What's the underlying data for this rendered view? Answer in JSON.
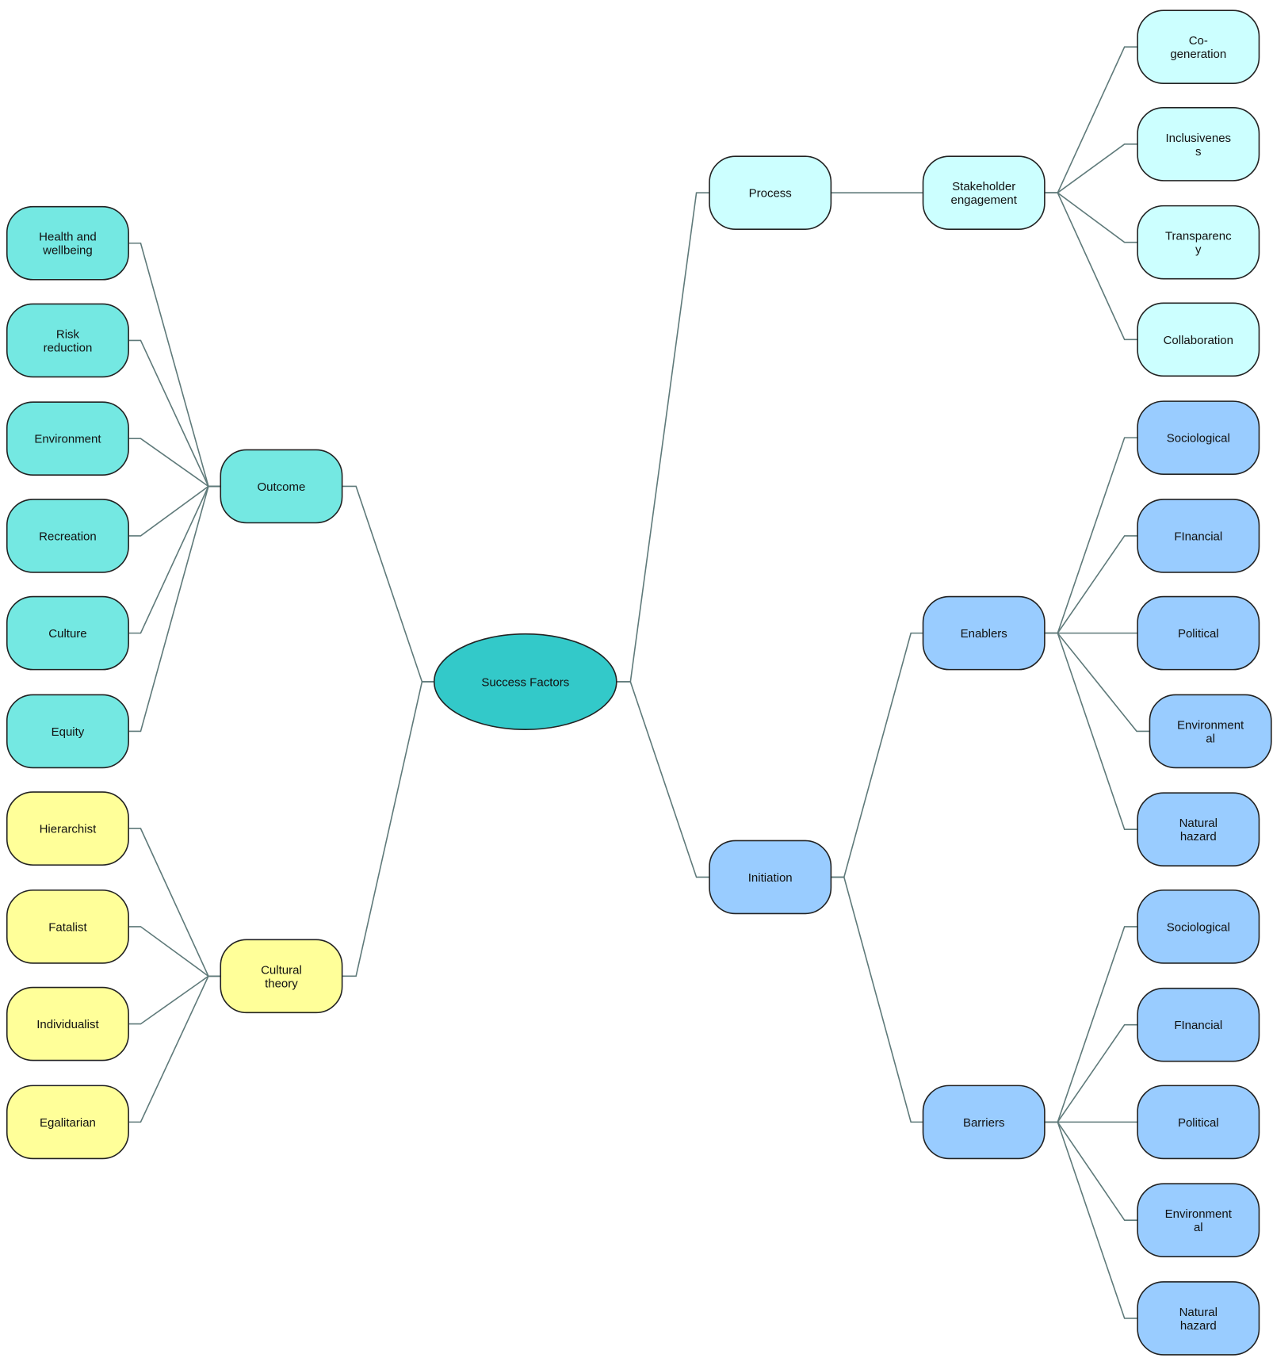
{
  "colors": {
    "center": "#33c9c9",
    "outcome": "#74e8e2",
    "cultural": "#ffff99",
    "process": "#ccffff",
    "initiation": "#99ccff",
    "line": "#5f7a7a",
    "border": "#222222"
  },
  "diagram": {
    "center": {
      "lines": [
        "Success Factors"
      ]
    },
    "outcome": {
      "lines": [
        "Outcome"
      ],
      "children": [
        {
          "lines": [
            "Health and",
            "wellbeing"
          ]
        },
        {
          "lines": [
            "Risk",
            "reduction"
          ]
        },
        {
          "lines": [
            "Environment"
          ]
        },
        {
          "lines": [
            "Recreation"
          ]
        },
        {
          "lines": [
            "Culture"
          ]
        },
        {
          "lines": [
            "Equity"
          ]
        }
      ]
    },
    "cultural_theory": {
      "lines": [
        "Cultural",
        "theory"
      ],
      "children": [
        {
          "lines": [
            "Hierarchist"
          ]
        },
        {
          "lines": [
            "Fatalist"
          ]
        },
        {
          "lines": [
            "Individualist"
          ]
        },
        {
          "lines": [
            "Egalitarian"
          ]
        }
      ]
    },
    "process": {
      "lines": [
        "Process"
      ],
      "stakeholder": {
        "lines": [
          "Stakeholder",
          "engagement"
        ],
        "children": [
          {
            "lines": [
              "Co-",
              "generation"
            ]
          },
          {
            "lines": [
              "Inclusivenes",
              "s"
            ]
          },
          {
            "lines": [
              "Transparenc",
              "y"
            ]
          },
          {
            "lines": [
              "Collaboration"
            ]
          }
        ]
      }
    },
    "initiation": {
      "lines": [
        "Initiation"
      ],
      "enablers": {
        "lines": [
          "Enablers"
        ],
        "children": [
          {
            "lines": [
              "Sociological"
            ]
          },
          {
            "lines": [
              "FInancial"
            ]
          },
          {
            "lines": [
              "Political"
            ]
          },
          {
            "lines": [
              "Environment",
              "al"
            ]
          },
          {
            "lines": [
              "Natural",
              "hazard"
            ]
          }
        ]
      },
      "barriers": {
        "lines": [
          "Barriers"
        ],
        "children": [
          {
            "lines": [
              "Sociological"
            ]
          },
          {
            "lines": [
              "FInancial"
            ]
          },
          {
            "lines": [
              "Political"
            ]
          },
          {
            "lines": [
              "Environment",
              "al"
            ]
          },
          {
            "lines": [
              "Natural",
              "hazard"
            ]
          }
        ]
      }
    }
  }
}
